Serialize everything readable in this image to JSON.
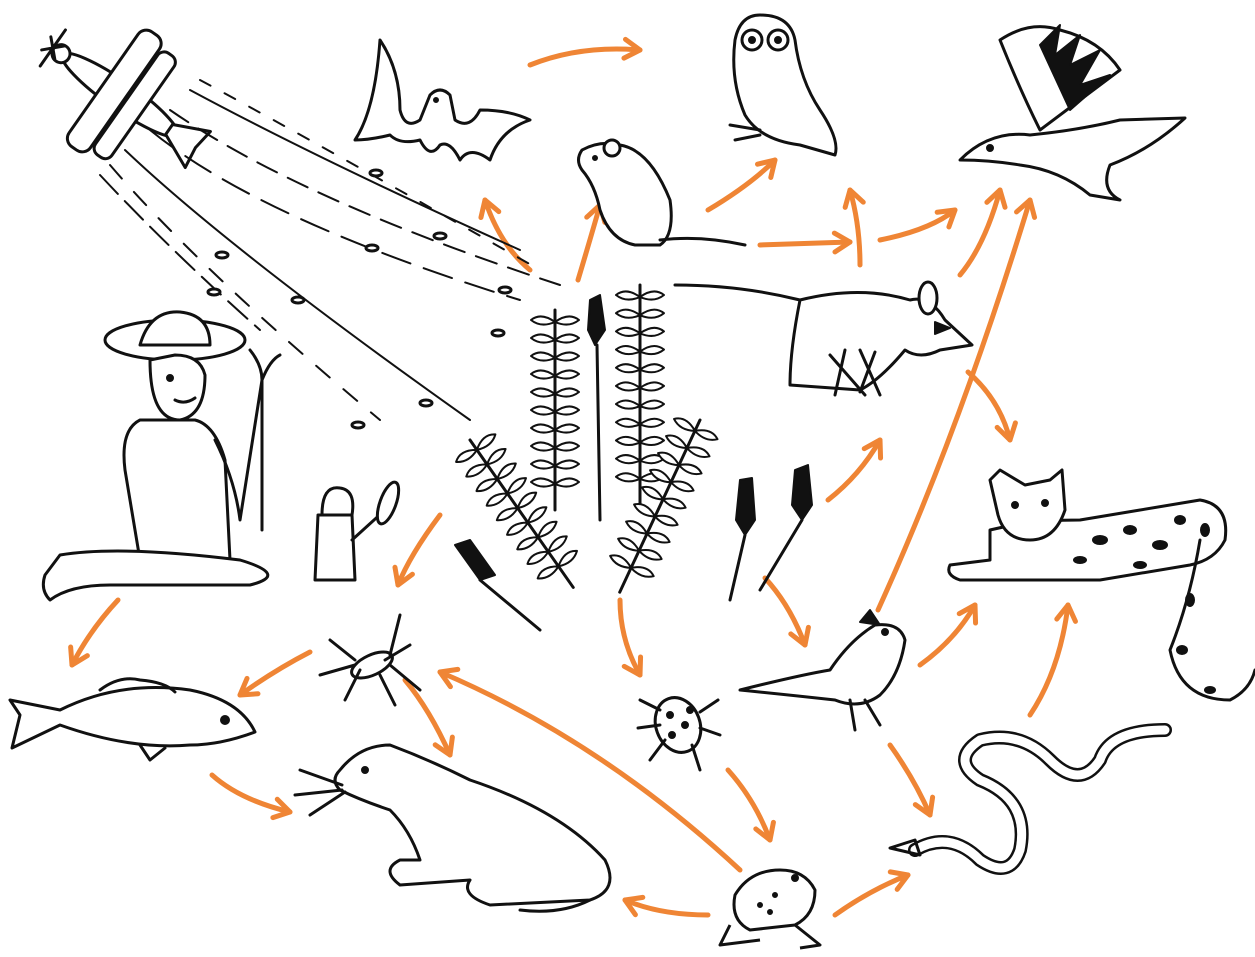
{
  "diagram": {
    "type": "food web illustration",
    "colors": {
      "arrow": "#ef8535",
      "ink": "#111111",
      "background": "#ffffff"
    },
    "nodes": [
      {
        "id": "crop-duster-plane",
        "icon": "airplane-spraying-icon"
      },
      {
        "id": "farmer",
        "icon": "farmer-icon"
      },
      {
        "id": "watering-can",
        "icon": "watering-can-icon"
      },
      {
        "id": "plants",
        "icon": "plants-icon"
      },
      {
        "id": "bat",
        "icon": "bat-icon"
      },
      {
        "id": "mouse",
        "icon": "mouse-icon"
      },
      {
        "id": "owl",
        "icon": "owl-icon"
      },
      {
        "id": "hawk",
        "icon": "hawk-icon"
      },
      {
        "id": "bandicoot",
        "icon": "bandicoot-icon"
      },
      {
        "id": "quoll",
        "icon": "quoll-icon"
      },
      {
        "id": "fish",
        "icon": "fish-icon"
      },
      {
        "id": "water-insect",
        "icon": "water-insect-icon"
      },
      {
        "id": "water-rat",
        "icon": "water-rat-icon"
      },
      {
        "id": "beetle",
        "icon": "beetle-icon"
      },
      {
        "id": "bird",
        "icon": "small-bird-icon"
      },
      {
        "id": "frog",
        "icon": "frog-icon"
      },
      {
        "id": "snake",
        "icon": "snake-icon"
      }
    ],
    "links": [
      {
        "from": "bat",
        "to": "owl"
      },
      {
        "from": "plants",
        "to": "bat"
      },
      {
        "from": "plants",
        "to": "mouse"
      },
      {
        "from": "mouse",
        "to": "owl"
      },
      {
        "from": "mouse",
        "to": "hawk"
      },
      {
        "from": "mouse",
        "to": "hawk"
      },
      {
        "from": "bandicoot",
        "to": "hawk"
      },
      {
        "from": "bandicoot",
        "to": "quoll"
      },
      {
        "from": "plants",
        "to": "bandicoot"
      },
      {
        "from": "plants",
        "to": "water-insect"
      },
      {
        "from": "plants",
        "to": "beetle"
      },
      {
        "from": "plants",
        "to": "bird"
      },
      {
        "from": "farmer",
        "to": "fish"
      },
      {
        "from": "water-insect",
        "to": "fish"
      },
      {
        "from": "water-insect",
        "to": "water-rat"
      },
      {
        "from": "fish",
        "to": "water-rat"
      },
      {
        "from": "frog",
        "to": "water-insect"
      },
      {
        "from": "frog",
        "to": "water-rat"
      },
      {
        "from": "frog",
        "to": "snake"
      },
      {
        "from": "beetle",
        "to": "frog"
      },
      {
        "from": "bird",
        "to": "hawk"
      },
      {
        "from": "bird",
        "to": "quoll"
      },
      {
        "from": "bird",
        "to": "snake"
      },
      {
        "from": "snake",
        "to": "quoll"
      }
    ]
  }
}
